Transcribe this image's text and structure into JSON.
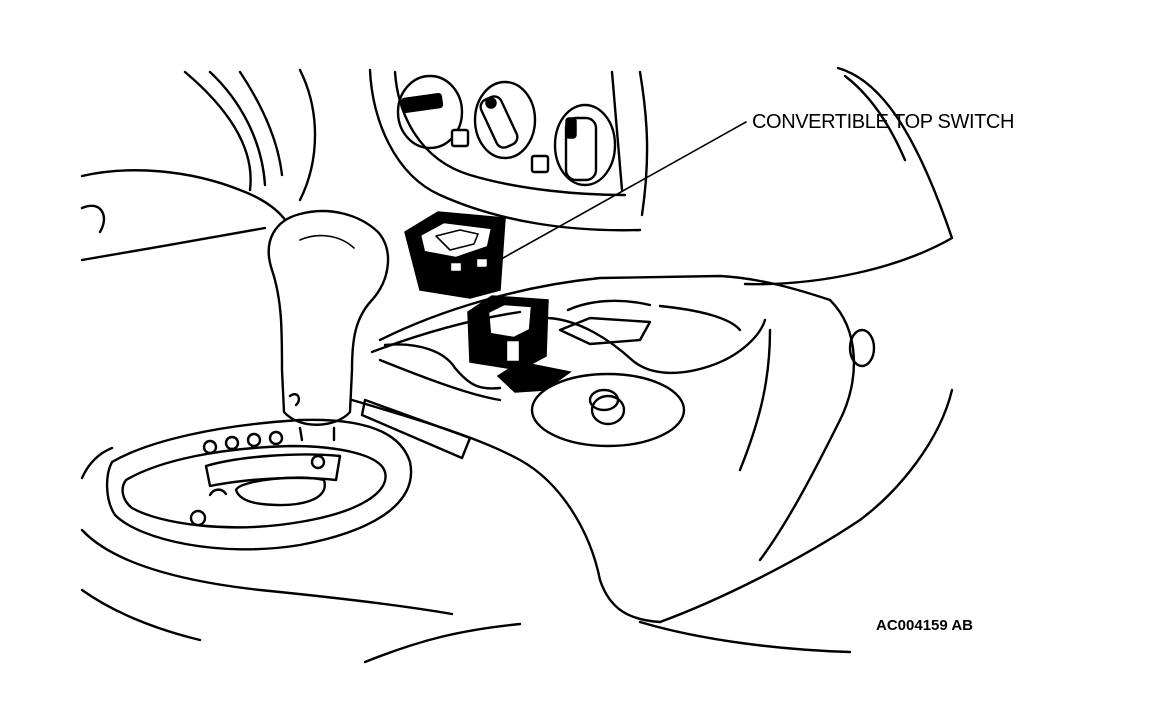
{
  "callouts": [
    {
      "id": "convertible-top-switch",
      "label": "CONVERTIBLE TOP SWITCH"
    }
  ],
  "reference_code": "AC004159 AB",
  "colors": {
    "line": "#000000",
    "background": "#ffffff"
  }
}
